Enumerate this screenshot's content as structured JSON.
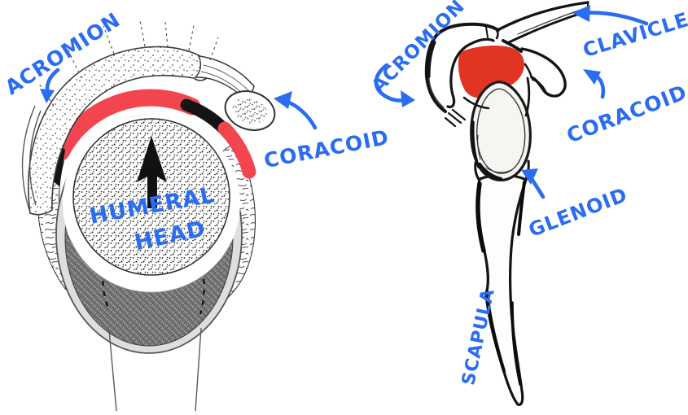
{
  "colors": {
    "annotation_blue": "#2a6df2",
    "bursa_red": "#f2454f",
    "highlight_red": "#e23422"
  },
  "left_diagram": {
    "labels": {
      "acromion": "ACROMION",
      "coracoid": "CORACOID",
      "humeral_head_line1": "HUMERAL",
      "humeral_head_line2": "HEAD"
    }
  },
  "right_diagram": {
    "labels": {
      "acromion": "ACROMION",
      "clavicle": "CLAVICLE",
      "coracoid": "CORACOID",
      "glenoid": "GLENOID",
      "scapula": "SCAPULA"
    }
  }
}
